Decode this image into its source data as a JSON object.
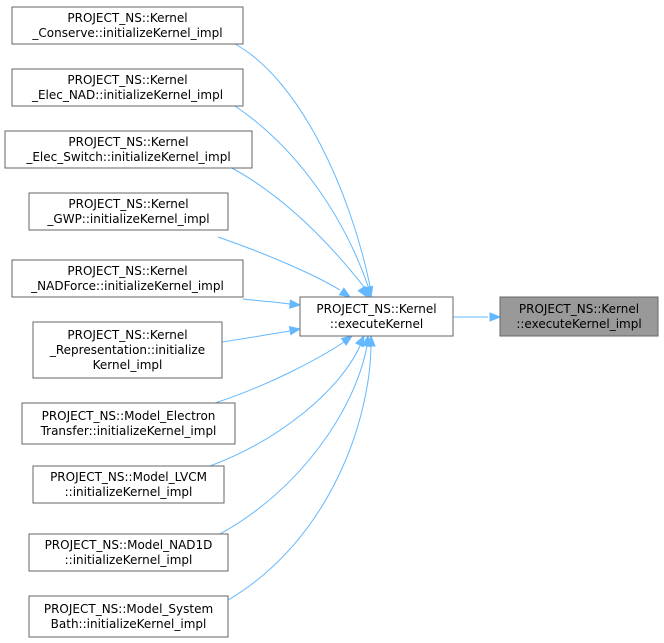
{
  "graph": {
    "focus": {
      "id": "focus",
      "lines": [
        "PROJECT_NS::Kernel",
        "::executeKernel_impl"
      ]
    },
    "hub": {
      "id": "hub",
      "lines": [
        "PROJECT_NS::Kernel",
        "::executeKernel"
      ]
    },
    "callers": [
      {
        "id": "c1",
        "lines": [
          "PROJECT_NS::Kernel",
          "_Conserve::initializeKernel_impl"
        ]
      },
      {
        "id": "c2",
        "lines": [
          "PROJECT_NS::Kernel",
          "_Elec_NAD::initializeKernel_impl"
        ]
      },
      {
        "id": "c3",
        "lines": [
          "PROJECT_NS::Kernel",
          "_Elec_Switch::initializeKernel_impl"
        ]
      },
      {
        "id": "c4",
        "lines": [
          "PROJECT_NS::Kernel",
          "_GWP::initializeKernel_impl"
        ]
      },
      {
        "id": "c5",
        "lines": [
          "PROJECT_NS::Kernel",
          "_NADForce::initializeKernel_impl"
        ]
      },
      {
        "id": "c6",
        "lines": [
          "PROJECT_NS::Kernel",
          "_Representation::initialize",
          "Kernel_impl"
        ]
      },
      {
        "id": "c7",
        "lines": [
          "PROJECT_NS::Model_Electron",
          "Transfer::initializeKernel_impl"
        ]
      },
      {
        "id": "c8",
        "lines": [
          "PROJECT_NS::Model_LVCM",
          "::initializeKernel_impl"
        ]
      },
      {
        "id": "c9",
        "lines": [
          "PROJECT_NS::Model_NAD1D",
          "::initializeKernel_impl"
        ]
      },
      {
        "id": "c10",
        "lines": [
          "PROJECT_NS::Model_System",
          "Bath::initializeKernel_impl"
        ]
      }
    ],
    "colors": {
      "edge": "#63b8ff",
      "node_border": "#666666",
      "focus_fill": "#999999"
    }
  }
}
